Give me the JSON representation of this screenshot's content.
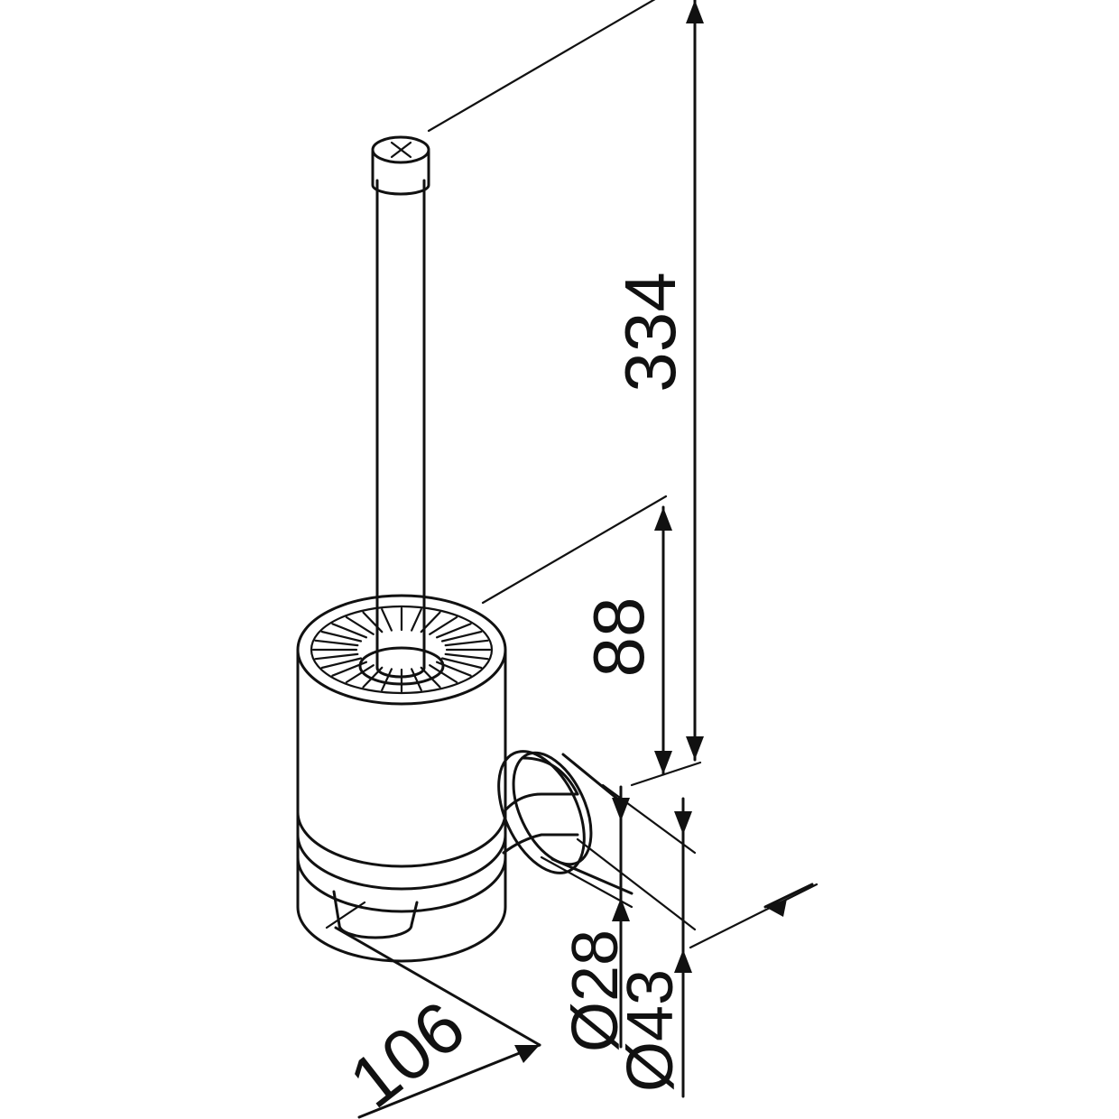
{
  "dimensions": {
    "overall_height": "334",
    "holder_height": "88",
    "projection": "106",
    "rosette_inner_diameter": "Ø28",
    "rosette_outer_diameter": "Ø43"
  },
  "colors": {
    "line": "#111111",
    "background": "#ffffff"
  }
}
